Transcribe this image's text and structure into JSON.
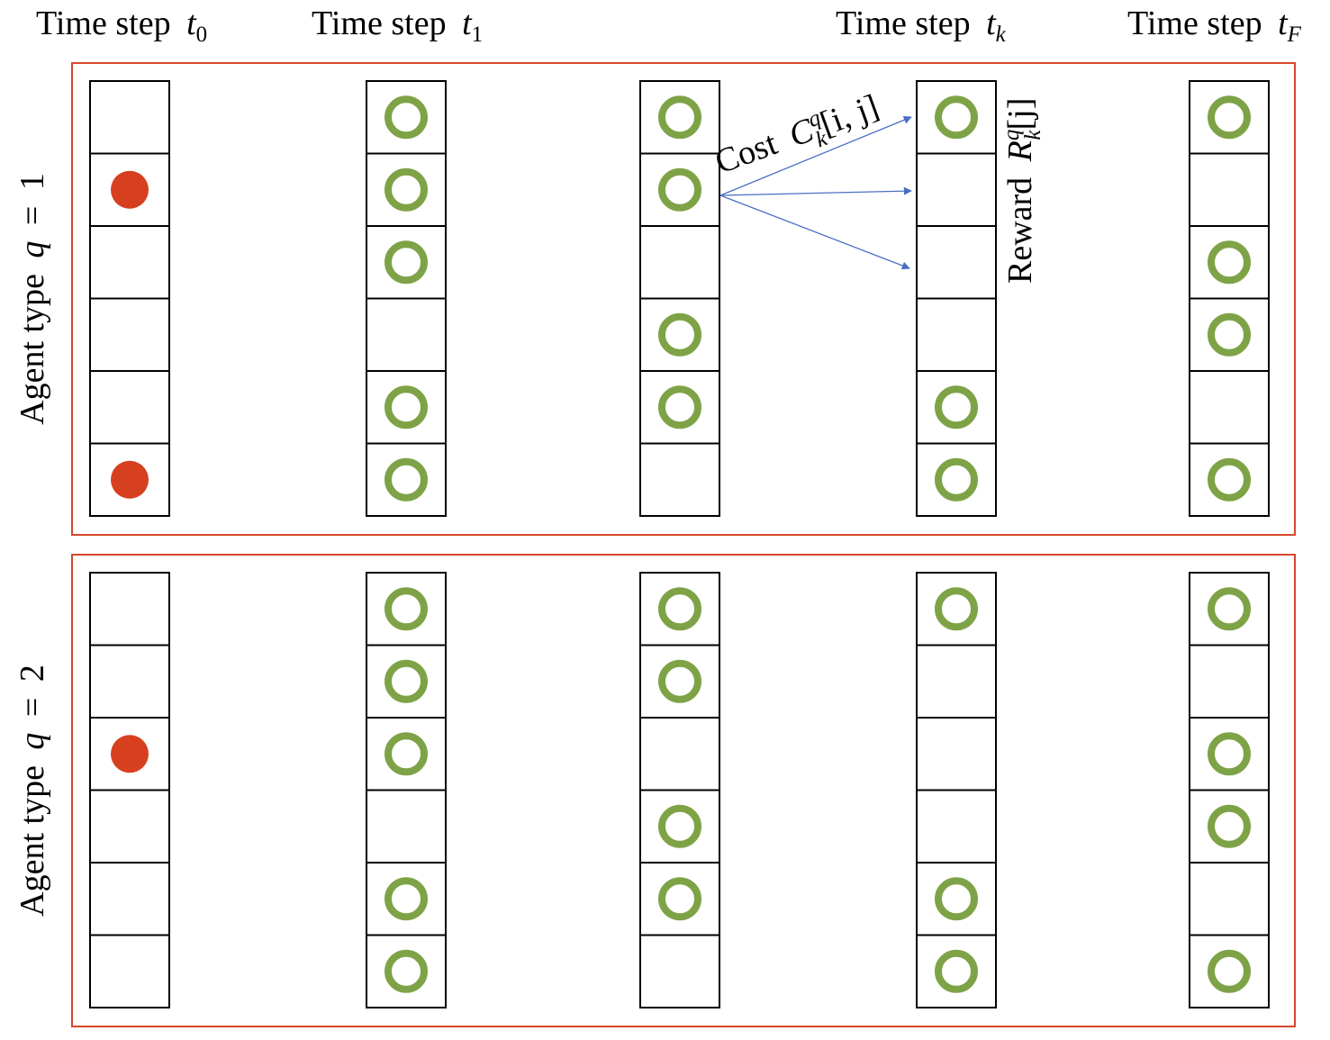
{
  "time_step_headers": [
    {
      "prefix": "Time step",
      "var": "t",
      "sub": "0"
    },
    {
      "prefix": "Time step",
      "var": "t",
      "sub": "1"
    },
    {
      "prefix": "Time step",
      "var": "t",
      "sub": "k"
    },
    {
      "prefix": "Time step",
      "var": "t",
      "sub": "F"
    }
  ],
  "agent_types": [
    {
      "label_prefix": "Agent type",
      "label_var": "q",
      "label_eq": "=",
      "label_val": "1",
      "columns": [
        [
          "empty",
          "agent",
          "empty",
          "empty",
          "empty",
          "agent"
        ],
        [
          "task",
          "task",
          "task",
          "empty",
          "task",
          "task"
        ],
        [
          "task",
          "task",
          "empty",
          "task",
          "task",
          "empty"
        ],
        [
          "task",
          "empty",
          "empty",
          "empty",
          "task",
          "task"
        ],
        [
          "task",
          "empty",
          "task",
          "task",
          "empty",
          "task"
        ]
      ]
    },
    {
      "label_prefix": "Agent type",
      "label_var": "q",
      "label_eq": "=",
      "label_val": "2",
      "columns": [
        [
          "empty",
          "empty",
          "agent",
          "empty",
          "empty",
          "empty"
        ],
        [
          "task",
          "task",
          "task",
          "empty",
          "task",
          "task"
        ],
        [
          "task",
          "task",
          "empty",
          "task",
          "task",
          "empty"
        ],
        [
          "task",
          "empty",
          "empty",
          "empty",
          "task",
          "task"
        ],
        [
          "task",
          "empty",
          "task",
          "task",
          "empty",
          "task"
        ]
      ]
    }
  ],
  "cost_annotation": {
    "prefix": "Cost",
    "var": "C",
    "sup": "q",
    "sub": "k",
    "args": "[i, j]"
  },
  "reward_annotation": {
    "prefix": "Reward",
    "var": "R",
    "sup": "q",
    "sub": "k",
    "args": "[j]"
  },
  "colors": {
    "panel_border": "#d7482d",
    "agent_fill": "#d7401f",
    "task_ring": "#7ea347",
    "arrow": "#4a6fc4",
    "cell_border": "#000000"
  }
}
